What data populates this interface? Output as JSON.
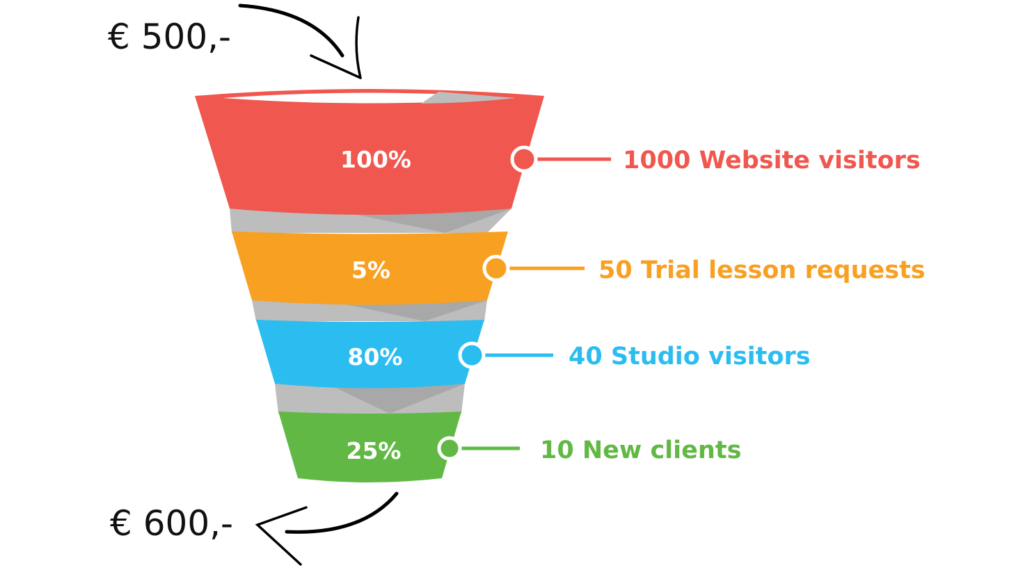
{
  "budget_in": "€ 500,-",
  "revenue_out": "€ 600,-",
  "stages": [
    {
      "percent": "100%",
      "label": "1000 Website visitors",
      "color": "#F0574E"
    },
    {
      "percent": "5%",
      "label": "50 Trial lesson requests",
      "color": "#F8A021"
    },
    {
      "percent": "80%",
      "label": "40 Studio visitors",
      "color": "#2BBDF0"
    },
    {
      "percent": "25%",
      "label": "10 New clients",
      "color": "#62B845"
    }
  ]
}
